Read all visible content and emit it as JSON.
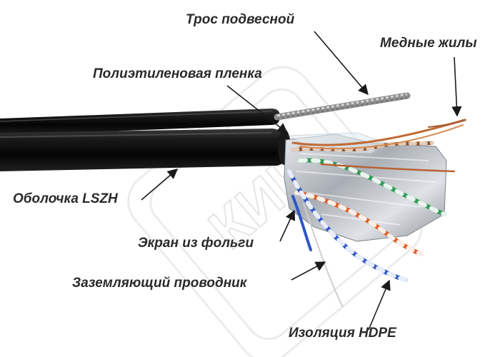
{
  "labels": {
    "messenger_wire": "Трос подвесной",
    "copper_cores": "Медные жилы",
    "pe_film": "Полиэтиленовая пленка",
    "lszh_sheath": "Оболочка LSZH",
    "foil_screen": "Экран из фольги",
    "drain_wire": "Заземляющий проводник",
    "hdpe_insulation": "Изоляция HDPE"
  },
  "watermark": "КИН",
  "colors": {
    "sheath": "#0c0c0c",
    "foil": "#c9cdd2",
    "messenger": "#a7a7a7",
    "copper": "#c06a34",
    "label_text": "#2a2a2a",
    "arrow": "#1a1a1a",
    "pair_blue": "#2f57c8",
    "pair_green": "#2e9a55",
    "pair_orange": "#e0591f",
    "pair_brown": "#8a4f2b"
  }
}
